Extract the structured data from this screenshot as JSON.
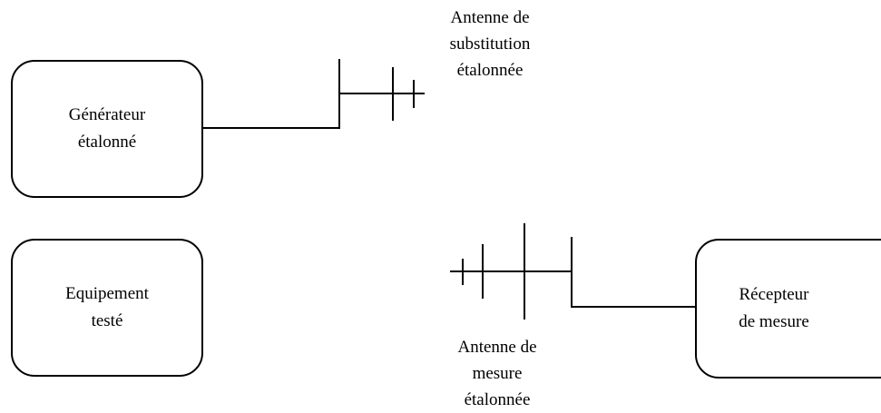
{
  "boxes": {
    "generator": "Générateur\nétalonné",
    "equipment": "Equipement\ntesté",
    "receiver": "Récepteur\nde mesure"
  },
  "antennas": {
    "substitution": "Antenne de\nsubstitution\nétalonnée",
    "measurement": "Antenne de\nmesure\nétalonnée"
  }
}
